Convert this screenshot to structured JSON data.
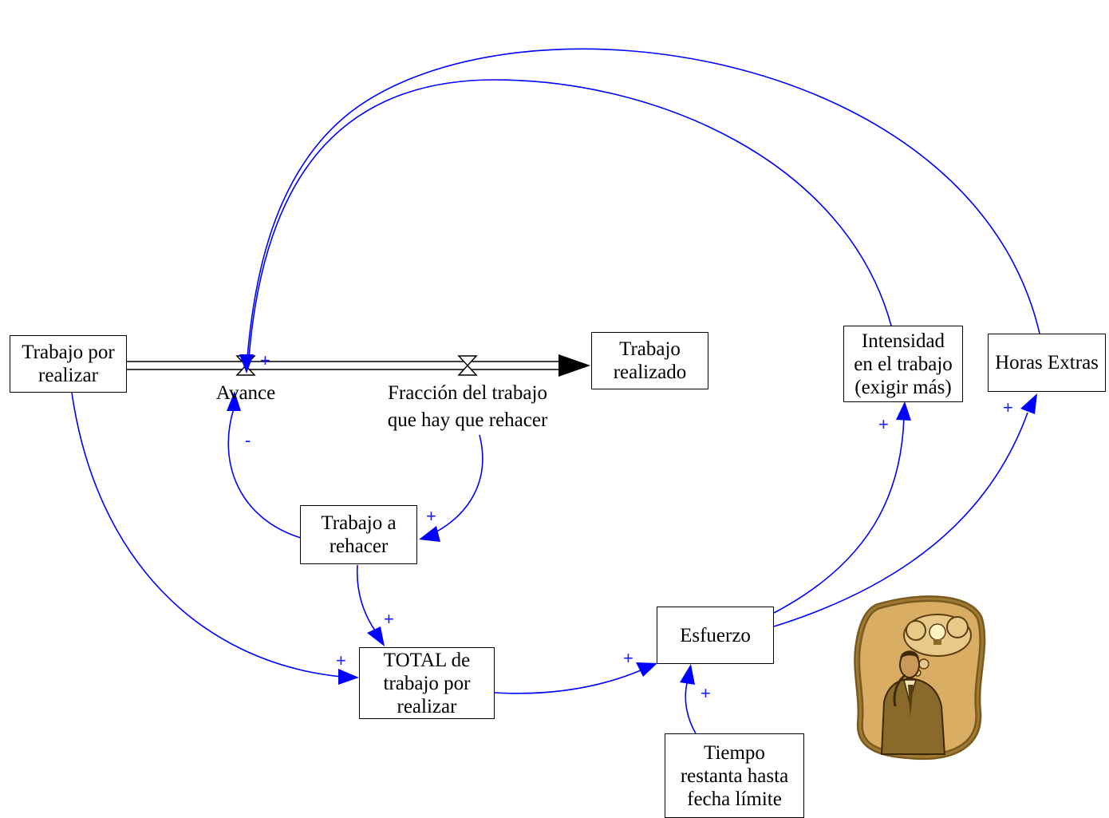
{
  "nodes": {
    "trabajo_por_realizar": "Trabajo por\nrealizar",
    "trabajo_realizado": "Trabajo\nrealizado",
    "intensidad": "Intensidad\nen el trabajo\n(exigir más)",
    "horas_extras": "Horas Extras",
    "trabajo_a_rehacer": "Trabajo a\nrehacer",
    "total_trabajo": "TOTAL de\ntrabajo por\nrealizar",
    "esfuerzo": "Esfuerzo",
    "tiempo_restante": "Tiempo\nrestanta hasta\nfecha límite"
  },
  "flows": {
    "avance": "Avance",
    "fraccion": "Fracción del trabajo\nque hay que rehacer"
  },
  "polarities": {
    "avance_plus": "+",
    "avance_minus": "-",
    "rehacer_plus": "+",
    "total_from_rehacer": "+",
    "total_from_trabajo": "+",
    "esfuerzo_from_total": "+",
    "esfuerzo_from_tiempo": "+",
    "intensidad_plus": "+",
    "horas_plus": "+"
  },
  "colors": {
    "link": "#0000ff",
    "stock_border": "#000000",
    "clipart_frame": "#7a5a1e",
    "clipart_fill": "#d9ad63"
  },
  "icons": {
    "clipart": "thinking-man-lightbulb-icon"
  }
}
